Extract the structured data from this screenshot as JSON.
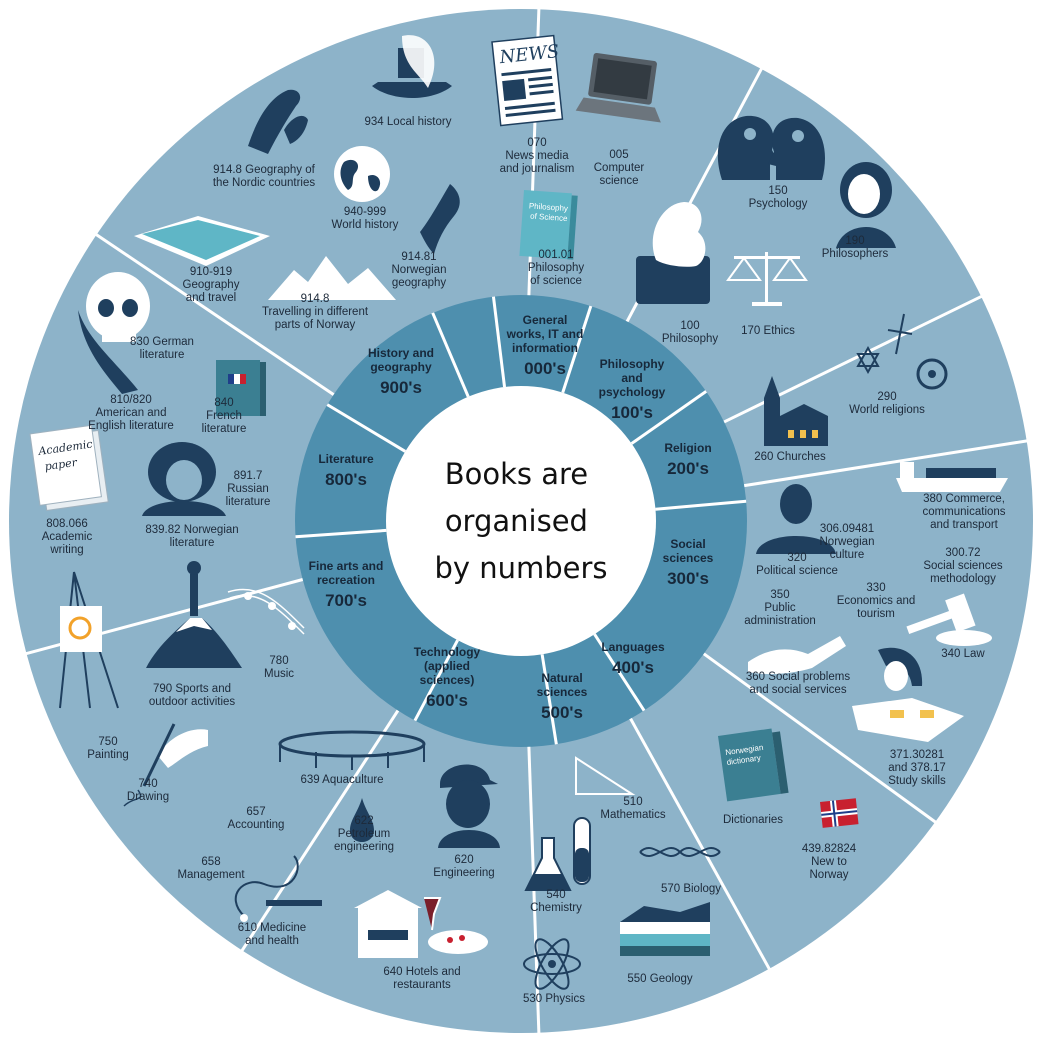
{
  "center_title": [
    "Books are",
    "organised",
    "by numbers"
  ],
  "colors": {
    "outer_ring": "#8db3c9",
    "inner_ring": "#4e8fae",
    "divider": "#ffffff",
    "ink": "#1f3f5e",
    "accent": "#5fb6c6"
  },
  "categories": [
    {
      "lines": [
        "General",
        "works, IT and",
        "information"
      ],
      "number": "000's"
    },
    {
      "lines": [
        "Philosophy",
        "and",
        "psychology"
      ],
      "number": "100's"
    },
    {
      "lines": [
        "Religion"
      ],
      "number": "200's"
    },
    {
      "lines": [
        "Social",
        "sciences"
      ],
      "number": "300's"
    },
    {
      "lines": [
        "Languages"
      ],
      "number": "400's"
    },
    {
      "lines": [
        "Natural",
        "sciences"
      ],
      "number": "500's"
    },
    {
      "lines": [
        "Technology",
        "(applied",
        "sciences)"
      ],
      "number": "600's"
    },
    {
      "lines": [
        "Fine arts and",
        "recreation"
      ],
      "number": "700's"
    },
    {
      "lines": [
        "Literature"
      ],
      "number": "800's"
    },
    {
      "lines": [
        "History and",
        "geography"
      ],
      "number": "900's"
    }
  ],
  "topics": [
    {
      "lines": [
        "070",
        "News media",
        "and journalism"
      ],
      "icon": "newspaper-icon"
    },
    {
      "lines": [
        "005",
        "Computer",
        "science"
      ],
      "icon": "laptop-icon"
    },
    {
      "lines": [
        "001.01",
        "Philosophy",
        "of science"
      ],
      "icon": "book-icon",
      "icon_text": [
        "Philosophy",
        "of Science"
      ]
    },
    {
      "lines": [
        "150",
        "Psychology"
      ],
      "icon": "heads-gears-icon"
    },
    {
      "lines": [
        "190",
        "Philosophers"
      ],
      "icon": "philosopher-portrait-icon"
    },
    {
      "lines": [
        "100",
        "Philosophy"
      ],
      "icon": "thinker-statue-icon"
    },
    {
      "lines": [
        "170 Ethics"
      ],
      "icon": "scales-icon"
    },
    {
      "lines": [
        "290",
        "World religions"
      ],
      "icon": "religious-symbols-icon"
    },
    {
      "lines": [
        "260 Churches"
      ],
      "icon": "church-icon"
    },
    {
      "lines": [
        "380 Commerce,",
        "communications",
        "and transport"
      ],
      "icon": "cargo-ship-icon"
    },
    {
      "lines": [
        "306.09481",
        "Norwegian",
        "culture"
      ]
    },
    {
      "lines": [
        "300.72",
        "Social sciences",
        "methodology"
      ]
    },
    {
      "lines": [
        "320",
        "Political science"
      ],
      "icon": "politician-icon"
    },
    {
      "lines": [
        "330",
        "Economics and",
        "tourism"
      ]
    },
    {
      "lines": [
        "350",
        "Public",
        "administration"
      ]
    },
    {
      "lines": [
        "340 Law"
      ],
      "icon": "gavel-icon"
    },
    {
      "lines": [
        "360 Social problems",
        "and social services"
      ],
      "icon": "handshake-icon"
    },
    {
      "lines": [
        "371.30281",
        "and 378.17",
        "Study skills"
      ],
      "icon": "student-icon"
    },
    {
      "lines": [
        "Dictionaries"
      ],
      "icon": "dictionary-icon",
      "icon_text": [
        "Norwegian",
        "dictionary"
      ]
    },
    {
      "lines": [
        "439.82824",
        "New to",
        "Norway"
      ],
      "icon": "norway-flag-icon"
    },
    {
      "lines": [
        "510",
        "Mathematics"
      ],
      "icon": "triangle-ruler-icon"
    },
    {
      "lines": [
        "570 Biology"
      ],
      "icon": "dna-icon"
    },
    {
      "lines": [
        "540",
        "Chemistry"
      ],
      "icon": "flasks-icon"
    },
    {
      "lines": [
        "550 Geology"
      ],
      "icon": "rock-layers-icon"
    },
    {
      "lines": [
        "530 Physics"
      ],
      "icon": "atom-icon"
    },
    {
      "lines": [
        "639 Aquaculture"
      ],
      "icon": "fish-farm-icon"
    },
    {
      "lines": [
        "657",
        "Accounting"
      ]
    },
    {
      "lines": [
        "622",
        "Petroleum",
        "engineering"
      ],
      "icon": "oil-drop-icon"
    },
    {
      "lines": [
        "620",
        "Engineering"
      ],
      "icon": "engineer-head-icon"
    },
    {
      "lines": [
        "658",
        "Management"
      ]
    },
    {
      "lines": [
        "610 Medicine",
        "and health"
      ],
      "icon": "stethoscope-icon"
    },
    {
      "lines": [
        "640 Hotels and",
        "restaurants"
      ],
      "icon": "hotel-food-icon"
    },
    {
      "lines": [
        "780",
        "Music"
      ],
      "icon": "music-notes-icon"
    },
    {
      "lines": [
        "790 Sports and",
        "outdoor activities"
      ],
      "icon": "mountain-climber-icon"
    },
    {
      "lines": [
        "750",
        "Painting"
      ],
      "icon": "easel-icon"
    },
    {
      "lines": [
        "740",
        "Drawing"
      ],
      "icon": "drawing-hand-icon"
    },
    {
      "lines": [
        "830 German",
        "literature"
      ],
      "icon": "skull-icon"
    },
    {
      "lines": [
        "840",
        "French",
        "literature"
      ],
      "icon": "french-book-icon"
    },
    {
      "lines": [
        "810/820",
        "American and",
        "English literature"
      ]
    },
    {
      "lines": [
        "891.7",
        "Russian",
        "literature"
      ]
    },
    {
      "lines": [
        "808.066",
        "Academic",
        "writing"
      ],
      "icon": "paper-stack-icon",
      "icon_text": [
        "Academic",
        "paper"
      ]
    },
    {
      "lines": [
        "839.82 Norwegian",
        "literature"
      ],
      "icon": "author-portrait-icon"
    },
    {
      "lines": [
        "934 Local history"
      ],
      "icon": "viking-ship-icon"
    },
    {
      "lines": [
        "914.8 Geography of",
        "the Nordic countries"
      ],
      "icon": "nordic-map-icon"
    },
    {
      "lines": [
        "940-999",
        "World history"
      ],
      "icon": "globe-icon"
    },
    {
      "lines": [
        "910-919",
        "Geography",
        "and travel"
      ],
      "icon": "atlas-icon"
    },
    {
      "lines": [
        "914.81",
        "Norwegian",
        "geography"
      ],
      "icon": "norway-map-icon"
    },
    {
      "lines": [
        "914.8",
        "Travelling in different",
        "parts of Norway"
      ],
      "icon": "mountains-icon"
    }
  ],
  "newspaper_masthead": "NEWS"
}
